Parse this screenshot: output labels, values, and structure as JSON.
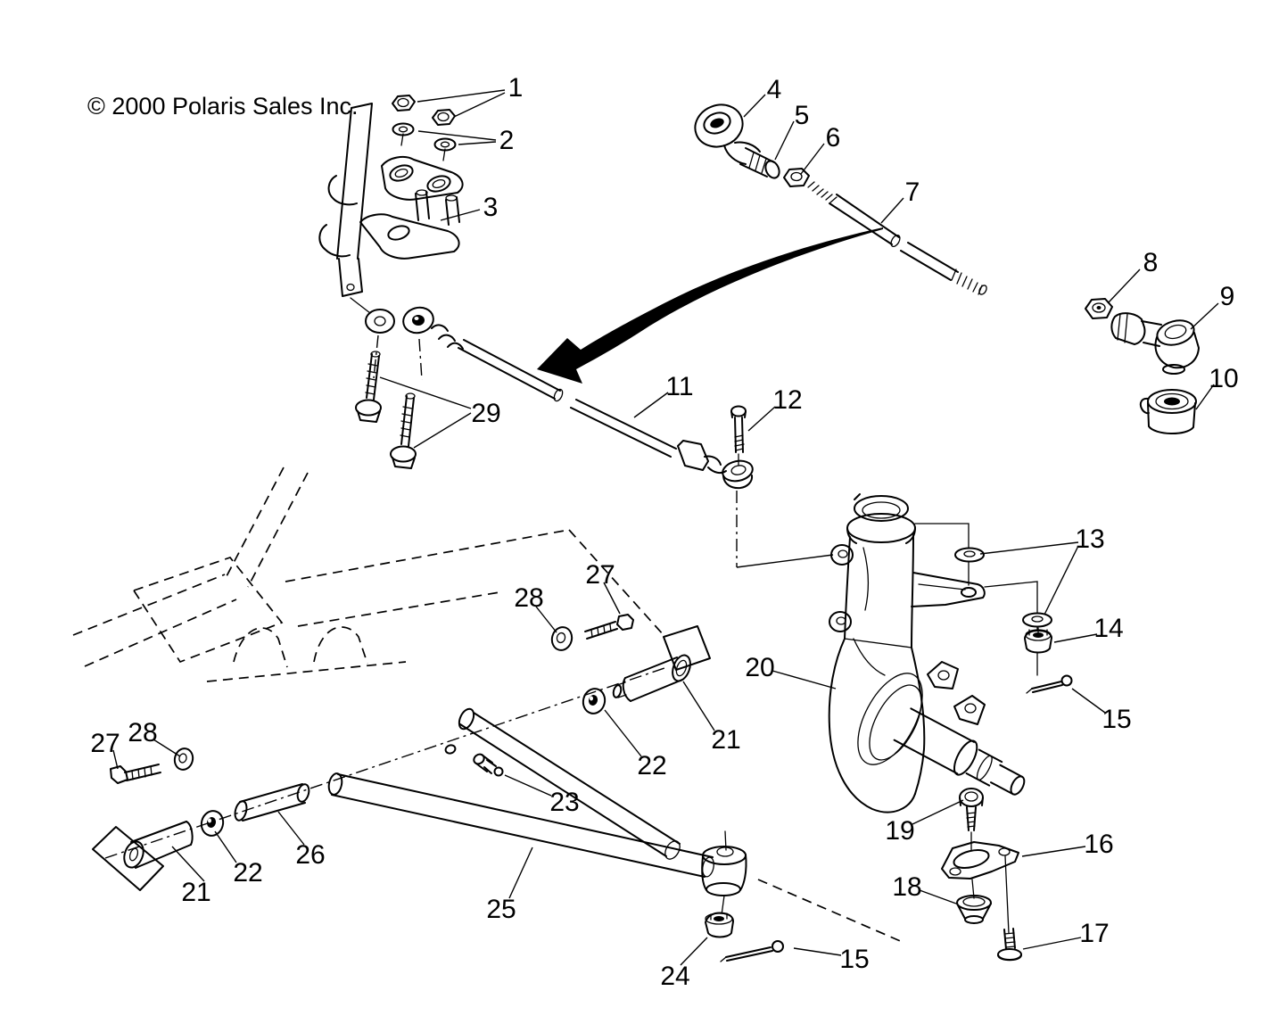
{
  "colors": {
    "ink": "#000000",
    "paper": "#ffffff"
  },
  "copyright": "© 2000 Polaris Sales Inc.",
  "callouts": {
    "n1": {
      "text": "1"
    },
    "n2": {
      "text": "2"
    },
    "n3": {
      "text": "3"
    },
    "n4": {
      "text": "4"
    },
    "n5": {
      "text": "5"
    },
    "n6": {
      "text": "6"
    },
    "n7": {
      "text": "7"
    },
    "n8": {
      "text": "8"
    },
    "n9": {
      "text": "9"
    },
    "n10": {
      "text": "10"
    },
    "n11": {
      "text": "11"
    },
    "n12": {
      "text": "12"
    },
    "n13": {
      "text": "13"
    },
    "n14": {
      "text": "14"
    },
    "n15a": {
      "text": "15"
    },
    "n15b": {
      "text": "15"
    },
    "n16": {
      "text": "16"
    },
    "n17": {
      "text": "17"
    },
    "n18": {
      "text": "18"
    },
    "n19": {
      "text": "19"
    },
    "n20": {
      "text": "20"
    },
    "n21a": {
      "text": "21"
    },
    "n21b": {
      "text": "21"
    },
    "n22a": {
      "text": "22"
    },
    "n22b": {
      "text": "22"
    },
    "n23": {
      "text": "23"
    },
    "n24": {
      "text": "24"
    },
    "n25": {
      "text": "25"
    },
    "n26": {
      "text": "26"
    },
    "n27a": {
      "text": "27"
    },
    "n27b": {
      "text": "27"
    },
    "n28a": {
      "text": "28"
    },
    "n28b": {
      "text": "28"
    },
    "n29": {
      "text": "29"
    }
  }
}
